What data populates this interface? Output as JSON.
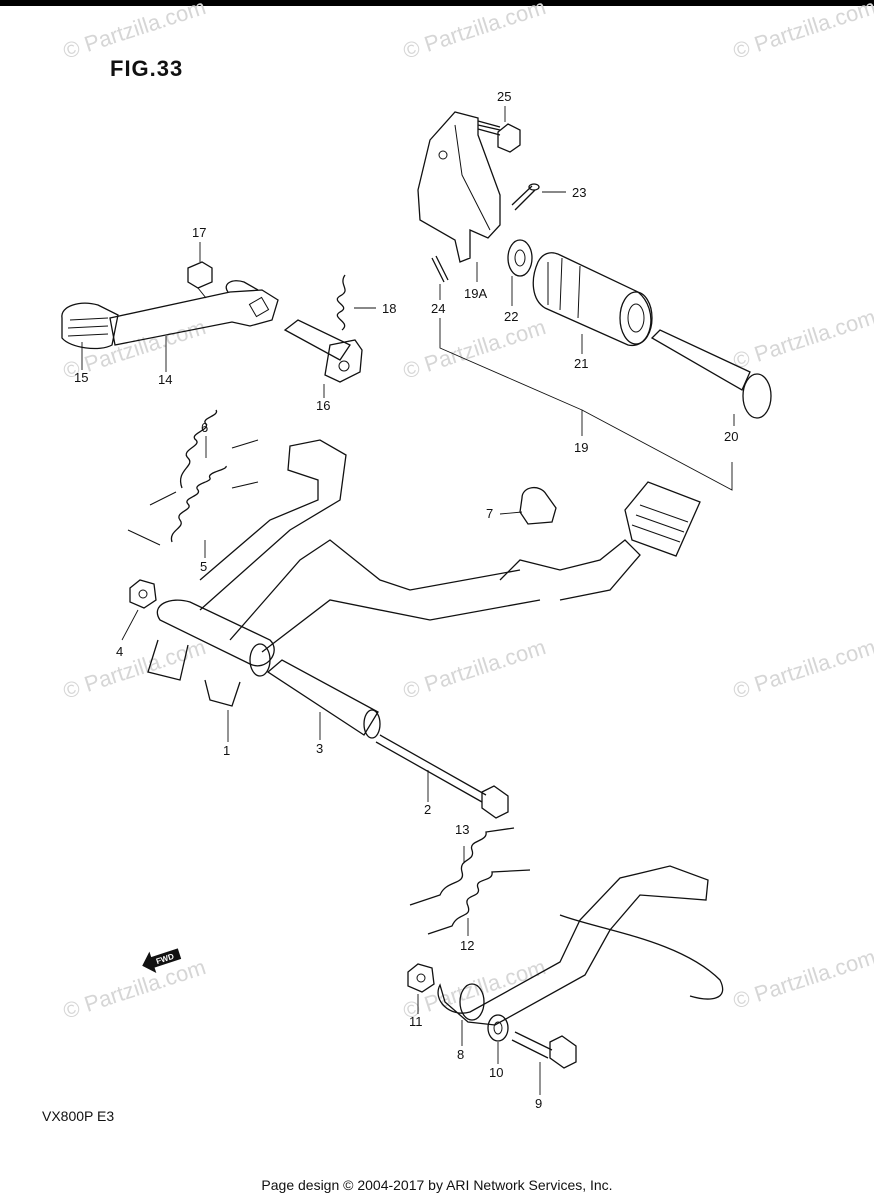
{
  "figure": {
    "title": "FIG.33"
  },
  "model": "VX800P  E3",
  "footer": "Page design © 2004-2017 by ARI Network Services, Inc.",
  "watermark": "© Partzilla.com",
  "fwd_badge": "FWD",
  "callouts": {
    "p1": "1",
    "p2": "2",
    "p3": "3",
    "p4": "4",
    "p5": "5",
    "p6": "6",
    "p7": "7",
    "p8": "8",
    "p9": "9",
    "p10": "10",
    "p11": "11",
    "p12": "12",
    "p13": "13",
    "p14": "14",
    "p15": "15",
    "p16": "16",
    "p17": "17",
    "p18": "18",
    "p19": "19",
    "p19a": "19A",
    "p20": "20",
    "p21": "21",
    "p22": "22",
    "p23": "23",
    "p24": "24",
    "p25": "25"
  }
}
